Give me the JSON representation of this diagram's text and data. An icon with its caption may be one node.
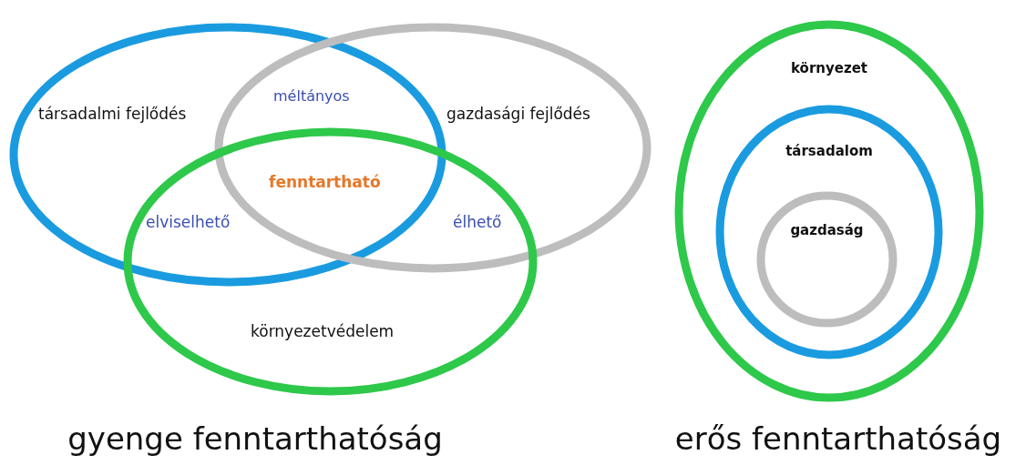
{
  "diagram": {
    "nodes": [
      {
        "text": [
          "társadalmi fejlődés"
        ]
      },
      {
        "text": [
          "gazdasági fejlődés"
        ]
      },
      {
        "text": [
          "környezetvédelem"
        ]
      },
      {
        "text": [
          "környezet"
        ]
      },
      {
        "text": [
          "társadalom"
        ],
        "in": 3
      },
      {
        "text": [
          "gazdaság"
        ],
        "in": 4
      }
    ],
    "labels": [
      "méltányos",
      "fenntartható",
      "elviselhető",
      "élhető",
      "gyenge fenntarthatóság",
      "erős fenntarthatóság"
    ]
  }
}
